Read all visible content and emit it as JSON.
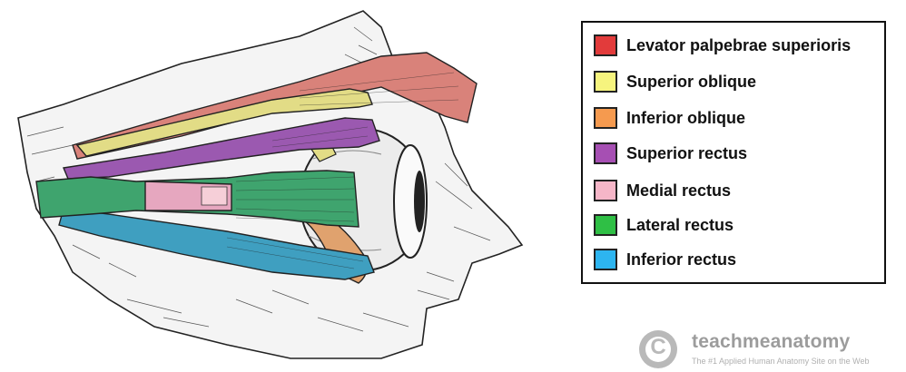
{
  "legend": {
    "items": [
      {
        "label": "Levator palpebrae superioris",
        "color": "#e23b3b"
      },
      {
        "label": "Superior oblique",
        "color": "#f6f47e"
      },
      {
        "label": "Inferior oblique",
        "color": "#f59a4f"
      },
      {
        "label": "Superior rectus",
        "color": "#a64fb3"
      },
      {
        "label": "Medial rectus",
        "color": "#f6b6c8"
      },
      {
        "label": "Lateral rectus",
        "color": "#2fbf45"
      },
      {
        "label": "Inferior rectus",
        "color": "#2db5f0"
      }
    ]
  },
  "figure": {
    "muscle_colors": {
      "levator": "#d9827a",
      "superior_oblique": "#e2dc86",
      "inferior_oblique": "#e0a26e",
      "superior_rectus": "#9b59b0",
      "medial_rectus": "#e6a7bf",
      "lateral_rectus": "#3fa46e",
      "inferior_rectus": "#3f9fc0"
    }
  },
  "brand": {
    "logo_letter": "C",
    "name": "teachmeanatomy",
    "tagline": "The #1 Applied Human Anatomy Site on the Web"
  }
}
